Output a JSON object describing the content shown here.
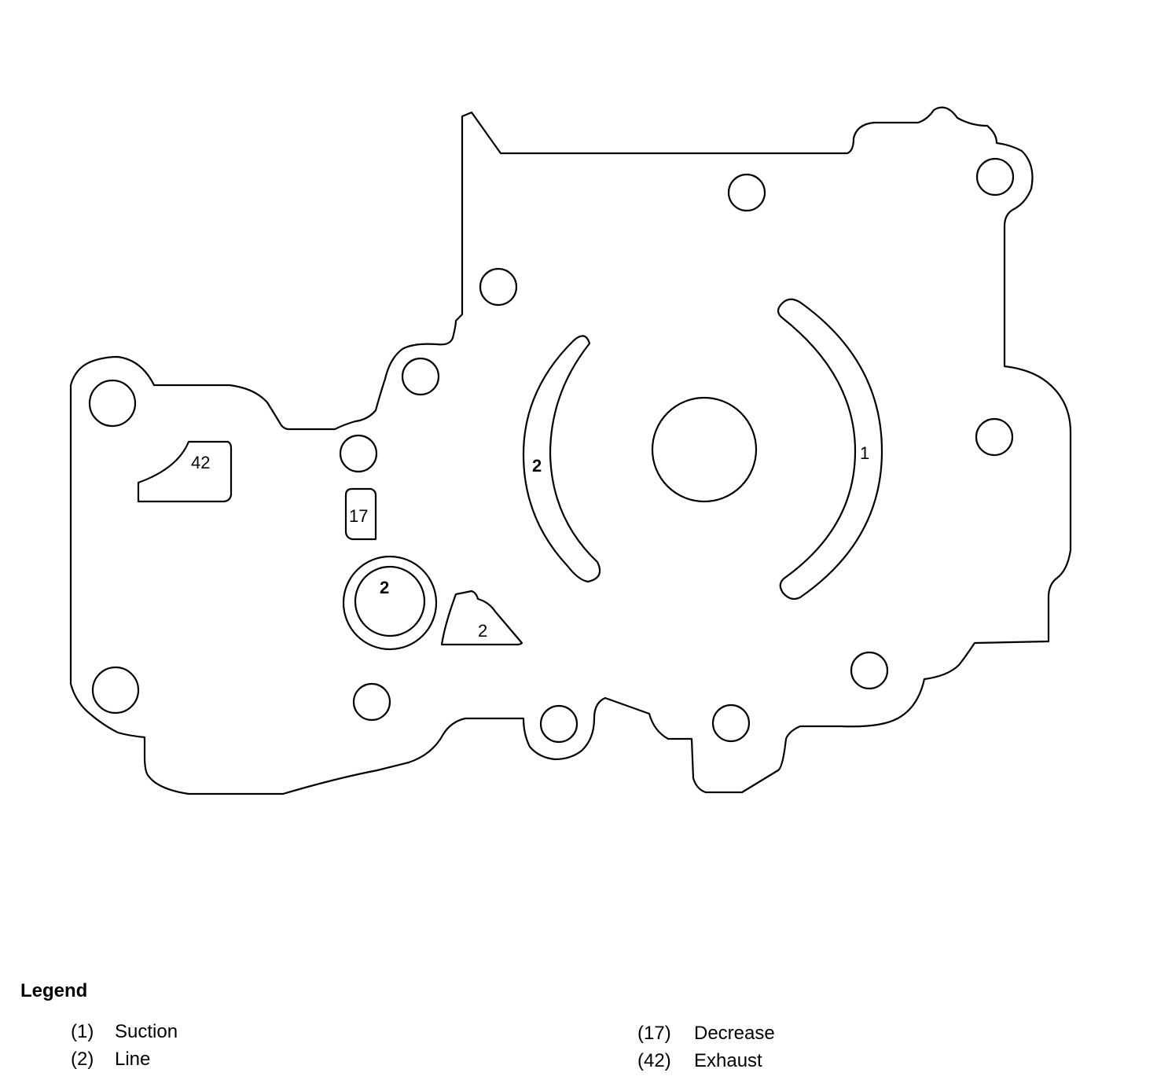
{
  "diagram": {
    "port_labels": {
      "slot_left": "2",
      "slot_right": "1",
      "port_42": "42",
      "port_17": "17",
      "ring_port": "2",
      "triangle_port": "2"
    }
  },
  "legend": {
    "title": "Legend",
    "entries": [
      {
        "number": "(1)",
        "text": "Suction"
      },
      {
        "number": "(2)",
        "text": "Line"
      },
      {
        "number": "(17)",
        "text": "Decrease"
      },
      {
        "number": "(42)",
        "text": "Exhaust"
      }
    ]
  }
}
